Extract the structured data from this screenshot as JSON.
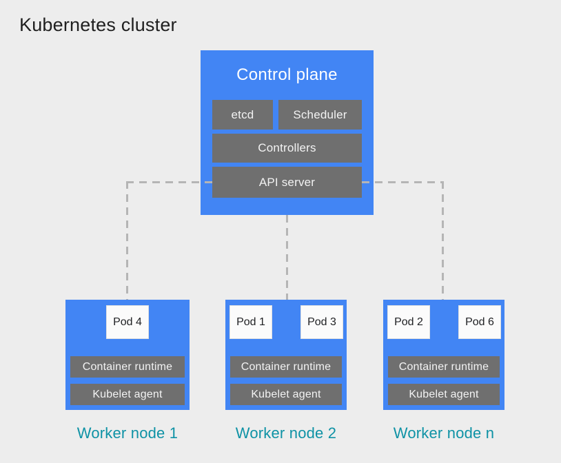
{
  "diagram": {
    "title": "Kubernetes cluster"
  },
  "control_plane": {
    "title": "Control plane",
    "etcd": "etcd",
    "scheduler": "Scheduler",
    "controllers": "Controllers",
    "api_server": "API server"
  },
  "worker_nodes": [
    {
      "label": "Worker node 1",
      "pods": [
        "Pod 4"
      ],
      "container_runtime": "Container runtime",
      "kubelet": "Kubelet agent"
    },
    {
      "label": "Worker node 2",
      "pods": [
        "Pod 1",
        "Pod 3"
      ],
      "container_runtime": "Container runtime",
      "kubelet": "Kubelet agent"
    },
    {
      "label": "Worker node n",
      "pods": [
        "Pod 2",
        "Pod 6"
      ],
      "container_runtime": "Container runtime",
      "kubelet": "Kubelet agent"
    }
  ],
  "colors": {
    "background": "#EDEDED",
    "node_blue": "#4285F4",
    "component_gray": "#6F6F6F",
    "pod_white": "#FBFBFB",
    "label_teal": "#0E92A5",
    "connector_gray": "#B5B5B5",
    "title_text": "#1F1F1F"
  }
}
